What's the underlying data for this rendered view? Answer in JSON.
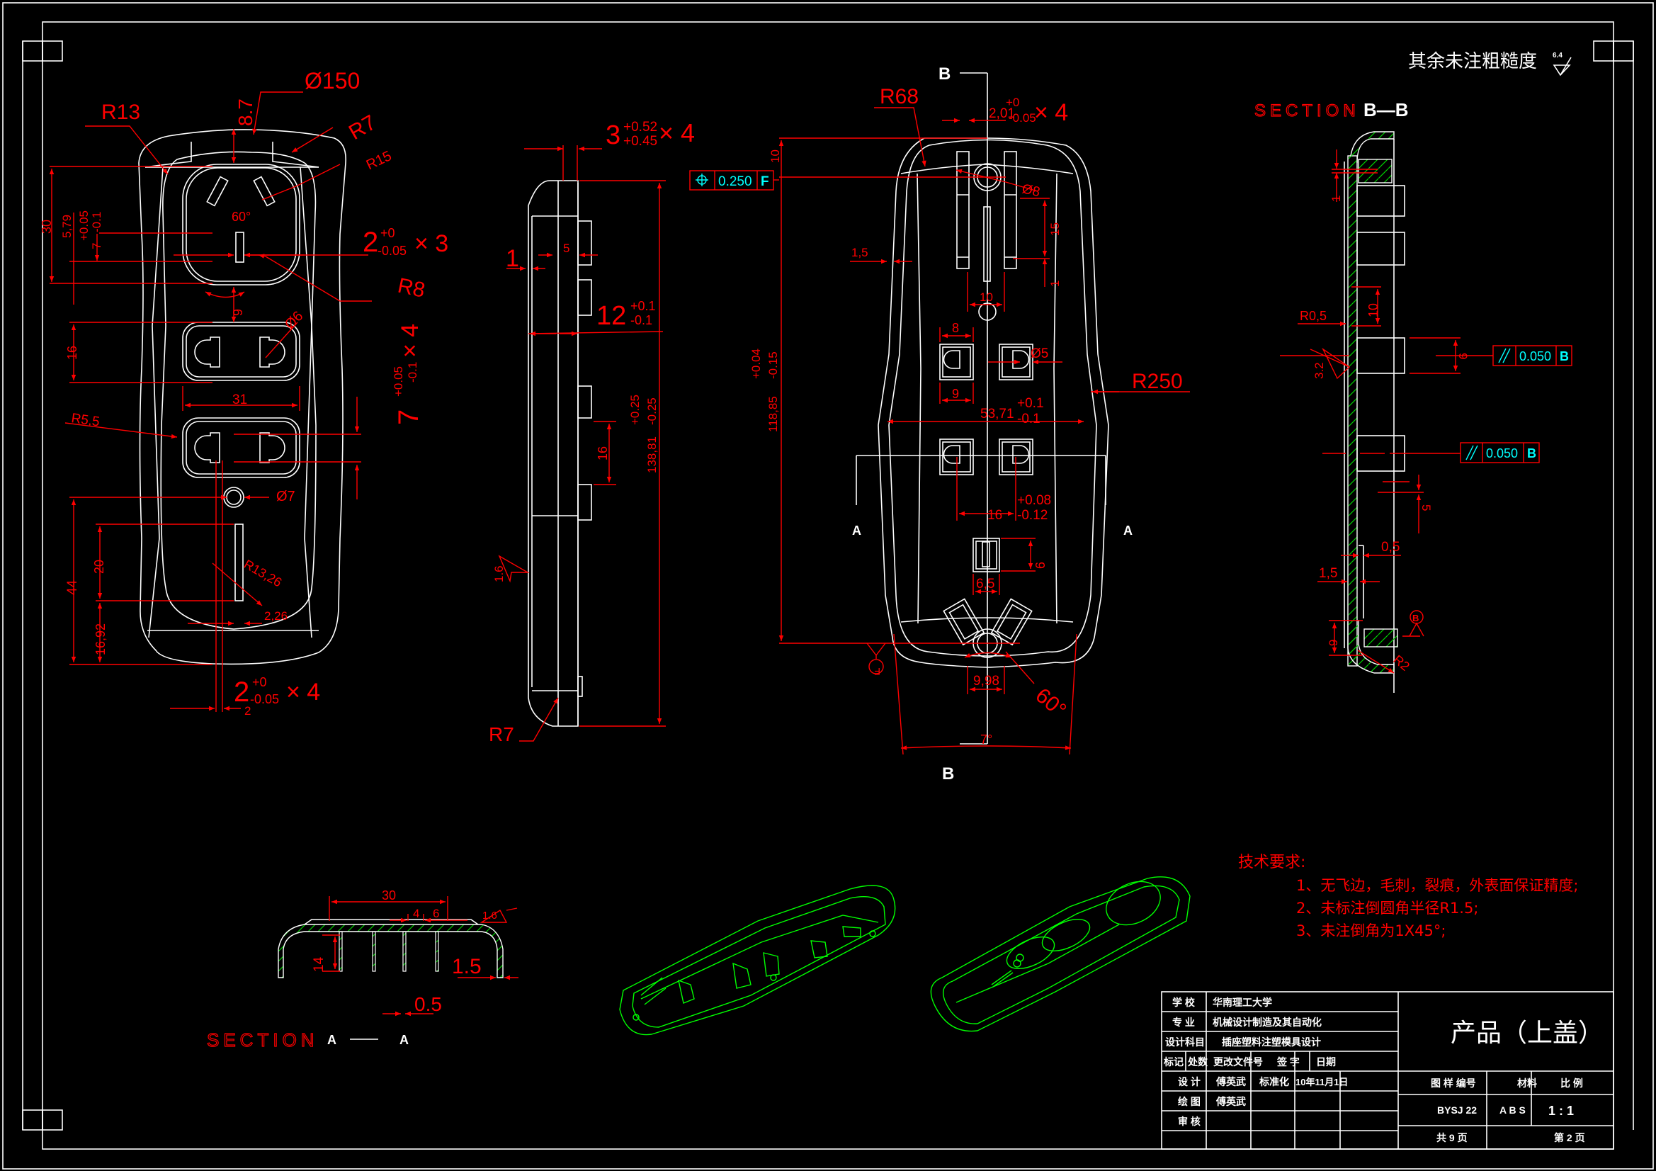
{
  "colors": {
    "background": "#000000",
    "outline": "#ffffff",
    "dimension": "#ff0000",
    "gdt": "#00ffff",
    "iso_wireframe": "#00ff00",
    "hatch": "#00d000"
  },
  "roughness_note": {
    "text": "其余未注粗糙度",
    "value": "6.4"
  },
  "front_view_left": {
    "dims": {
      "d150": "Ø150",
      "r13": "R13",
      "h8_7": "8.7",
      "r7": "R7",
      "r15": "R15",
      "angle60": "60°",
      "d30": "30",
      "d5_79": "5,79",
      "d7": "7",
      "tol_p005": "+0.05",
      "tol_m01": "-0.1",
      "slot_base": "2",
      "slot_tol_up": "+0",
      "slot_tol_dn": "-0.05",
      "slot_mult": "× 3",
      "r8": "R8",
      "d9": "9",
      "d6": "Ø6",
      "d16": "16",
      "d31": "31",
      "r5_5": "R5,5",
      "pin_base": "7",
      "pin_tol_up": "+0.05",
      "pin_tol_dn": "-0.1",
      "pin_mult": "× 4",
      "d7hole": "Ø7",
      "d44": "44",
      "d20": "20",
      "r13_26": "R13,26",
      "d2_26": "2,26",
      "d16_92": "16,92",
      "bot_base": "2",
      "bot_tol_up": "+0",
      "bot_tol_dn": "-0.05",
      "bot_mult": "× 4",
      "d2": "2"
    }
  },
  "side_view": {
    "dims": {
      "top_base": "3",
      "top_tol_up": "+0.52",
      "top_tol_dn": "+0.45",
      "top_mult": "× 4",
      "d1": "1",
      "d5": "5",
      "h_base": "12",
      "h_tol_up": "+0.1",
      "h_tol_dn": "-0.1",
      "d16": "16",
      "len_base": "138,81",
      "len_tol_up": "+0.25",
      "len_tol_dn": "-0.25",
      "roughness": "1.6",
      "r7": "R7"
    },
    "position_tolerance": {
      "symbol": "position",
      "value": "0.250",
      "datum": "F"
    }
  },
  "front_view_right": {
    "section_marker": "B",
    "section_marker_bottom": "B",
    "section_a_left": "A",
    "section_a_right": "A",
    "dims": {
      "r68": "R68",
      "top_base": "2,01",
      "top_tol_up": "+0",
      "top_tol_dn": "-0.05",
      "top_mult": "× 4",
      "d10_top": "10",
      "d8": "Ø8",
      "d1_5": "1,5",
      "d15": "15",
      "d1": "1",
      "d10": "10",
      "len_base": "118,85",
      "len_tol_up": "+0.04",
      "len_tol_dn": "-0.15",
      "d8w": "8",
      "d5hole": "Ø5",
      "r250": "R250",
      "d9": "9",
      "w_base": "53,71",
      "w_tol_up": "+0.1",
      "w_tol_dn": "-0.1",
      "p_base": "16",
      "p_tol_up": "+0.08",
      "p_tol_dn": "-0.12",
      "d9v": "9",
      "d6_5": "6,5",
      "d9_98": "9,98",
      "angle60": "60°",
      "angle7": "7°",
      "datum_f": "F"
    }
  },
  "section_bb": {
    "title_prefix": "SECTION",
    "title_letters": "B—B",
    "dims": {
      "d1": "1",
      "d10": "10",
      "r0_5": "R0,5",
      "d9": "9",
      "roughness": "3.2",
      "d5": "5",
      "d0_5": "0,5",
      "d1_5": "1,5",
      "d9b": "9",
      "r2": "R2",
      "datum_b": "B"
    },
    "parallelism": [
      {
        "symbol": "parallel",
        "value": "0.050",
        "datum": "B"
      },
      {
        "symbol": "parallel",
        "value": "0.050",
        "datum": "B"
      }
    ]
  },
  "section_aa": {
    "title_prefix": "SECTION",
    "title_left": "A",
    "title_right": "A",
    "dims": {
      "d30": "30",
      "d4": "4",
      "d6": "6",
      "roughness": "1.6",
      "d14": "14",
      "d1_5": "1.5",
      "d0_5": "0.5"
    }
  },
  "technical_requirements": {
    "heading": "技术要求:",
    "items": [
      "1、无飞边，毛刺，裂痕，外表面保证精度;",
      "2、未标注倒圆角半径R1.5;",
      "3、未注倒角为1X45°;"
    ]
  },
  "title_block": {
    "rows": [
      {
        "label": "学  校",
        "value": "华南理工大学"
      },
      {
        "label": "专  业",
        "value": "机械设计制造及其自动化"
      },
      {
        "label": "设计科目",
        "value": "插座塑料注塑模具设计"
      }
    ],
    "revision_header": {
      "mark": "标记",
      "count": "处数",
      "doc": "更改文件号",
      "sign": "签 字",
      "date": "日期"
    },
    "design": {
      "label": "设 计",
      "name": "傅英武",
      "std_label": "标准化",
      "date": "10年11月1日"
    },
    "drawing": {
      "label": "绘 图",
      "name": "傅英武"
    },
    "review": {
      "label": "审 核"
    },
    "part_title": "产品（上盖）",
    "drawing_no_label": "图 样 编号",
    "material_label": "材料",
    "scale_label": "比 例",
    "drawing_no": "BYSJ 22",
    "material": "A B S",
    "scale": "1 : 1",
    "total_pages": "共 9 页",
    "page": "第 2 页"
  }
}
